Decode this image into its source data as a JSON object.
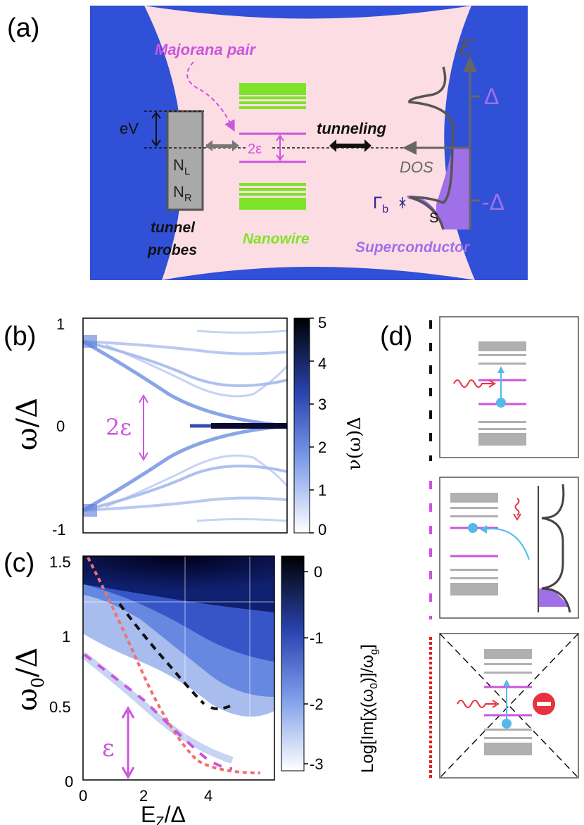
{
  "panels": {
    "a": {
      "tag": "(a)",
      "majorana": "Majorana pair",
      "ev": "eV",
      "two_eps": "2ε",
      "tunneling": "tunneling",
      "dos": "DOS",
      "nl": "N",
      "nl_sub": "L",
      "nr": "N",
      "nr_sub": "R",
      "probes_1": "tunnel",
      "probes_2": "probes",
      "nanowire": "Nanowire",
      "superconductor": "Superconductor",
      "epsilon_axis": "ε",
      "delta_pos": "Δ",
      "delta_neg": "-Δ",
      "gamma": "Γ",
      "gamma_sub": "b",
      "s_label": "S"
    },
    "b": {
      "tag": "(b)",
      "ylabel": "ω/Δ",
      "yticks": [
        "1",
        "0",
        "-1"
      ],
      "annotation": "2ε",
      "colorbar_label": "ν(ω)Δ",
      "colorbar_ticks": [
        "5",
        "4",
        "3",
        "2",
        "1",
        "0"
      ]
    },
    "c": {
      "tag": "(c)",
      "ylabel": "ω",
      "ylabel_sub": "0",
      "ylabel_tail": "/Δ",
      "yticks": [
        "1.5",
        "1",
        "0.5",
        "0"
      ],
      "xticks": [
        "0",
        "2",
        "4"
      ],
      "xlabel": "E",
      "xlabel_sub": "Z",
      "xlabel_tail": "/Δ",
      "annotation": "ε",
      "colorbar_label": "Log[Im[χ(ω",
      "colorbar_label_sub": "0",
      "colorbar_label_mid": ")]/ω",
      "colorbar_label_sub2": "g",
      "colorbar_label_end": "]",
      "colorbar_ticks": [
        "0",
        "-1",
        "-2",
        "-3"
      ]
    },
    "d": {
      "tag": "(d)"
    }
  },
  "colors": {
    "background_pink": "#fddde4",
    "dark_blue": "#3050d8",
    "nanowire_green": "#7fe32a",
    "majorana_magenta": "#cc55dd",
    "probe_gray": "#a9a9a9",
    "sc_purple": "#a070e8",
    "dashed_red": "#f07070",
    "dashed_black": "#111111",
    "photon_red": "#e83040",
    "electron_cyan": "#55b8e8"
  }
}
